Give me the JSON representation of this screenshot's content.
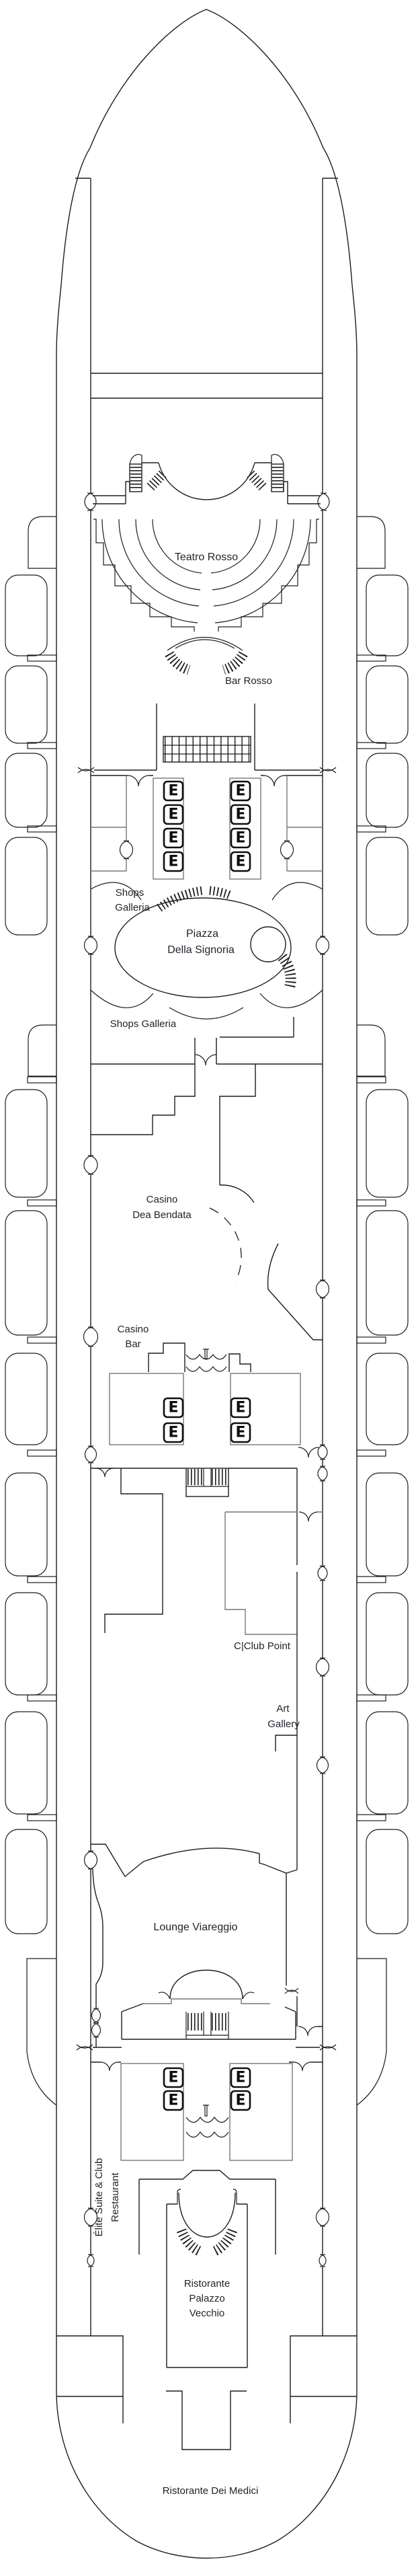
{
  "deck_plan": {
    "labels": {
      "teatro_rosso": "Teatro Rosso",
      "bar_rosso": "Bar Rosso",
      "shops_galleria_line1": "Shops",
      "shops_galleria_line2": "Galleria",
      "piazza_line1": "Piazza",
      "piazza_line2": "Della Signoria",
      "shops_galleria_single": "Shops Galleria",
      "casino_line1": "Casino",
      "casino_line2": "Dea Bendata",
      "casino_bar_line1": "Casino",
      "casino_bar_line2": "Bar",
      "cclub_point": "C|Club Point",
      "art_gallery_line1": "Art",
      "art_gallery_line2": "Gallery",
      "lounge_viareggio": "Lounge Viareggio",
      "elite_restaurant_line1": "Élite Suite & Club",
      "elite_restaurant_line2": "Restaurant",
      "ristorante_palazzo_line1": "Ristorante",
      "ristorante_palazzo_line2": "Palazzo",
      "ristorante_palazzo_line3": "Vecchio",
      "ristorante_dei_medici": "Ristorante Dei Medici"
    },
    "symbols": {
      "elevator": "E"
    },
    "colors": {
      "line": "#1d1d1f",
      "secondary_line": "#77777c",
      "text": "#20242c",
      "background": "#ffffff"
    }
  }
}
